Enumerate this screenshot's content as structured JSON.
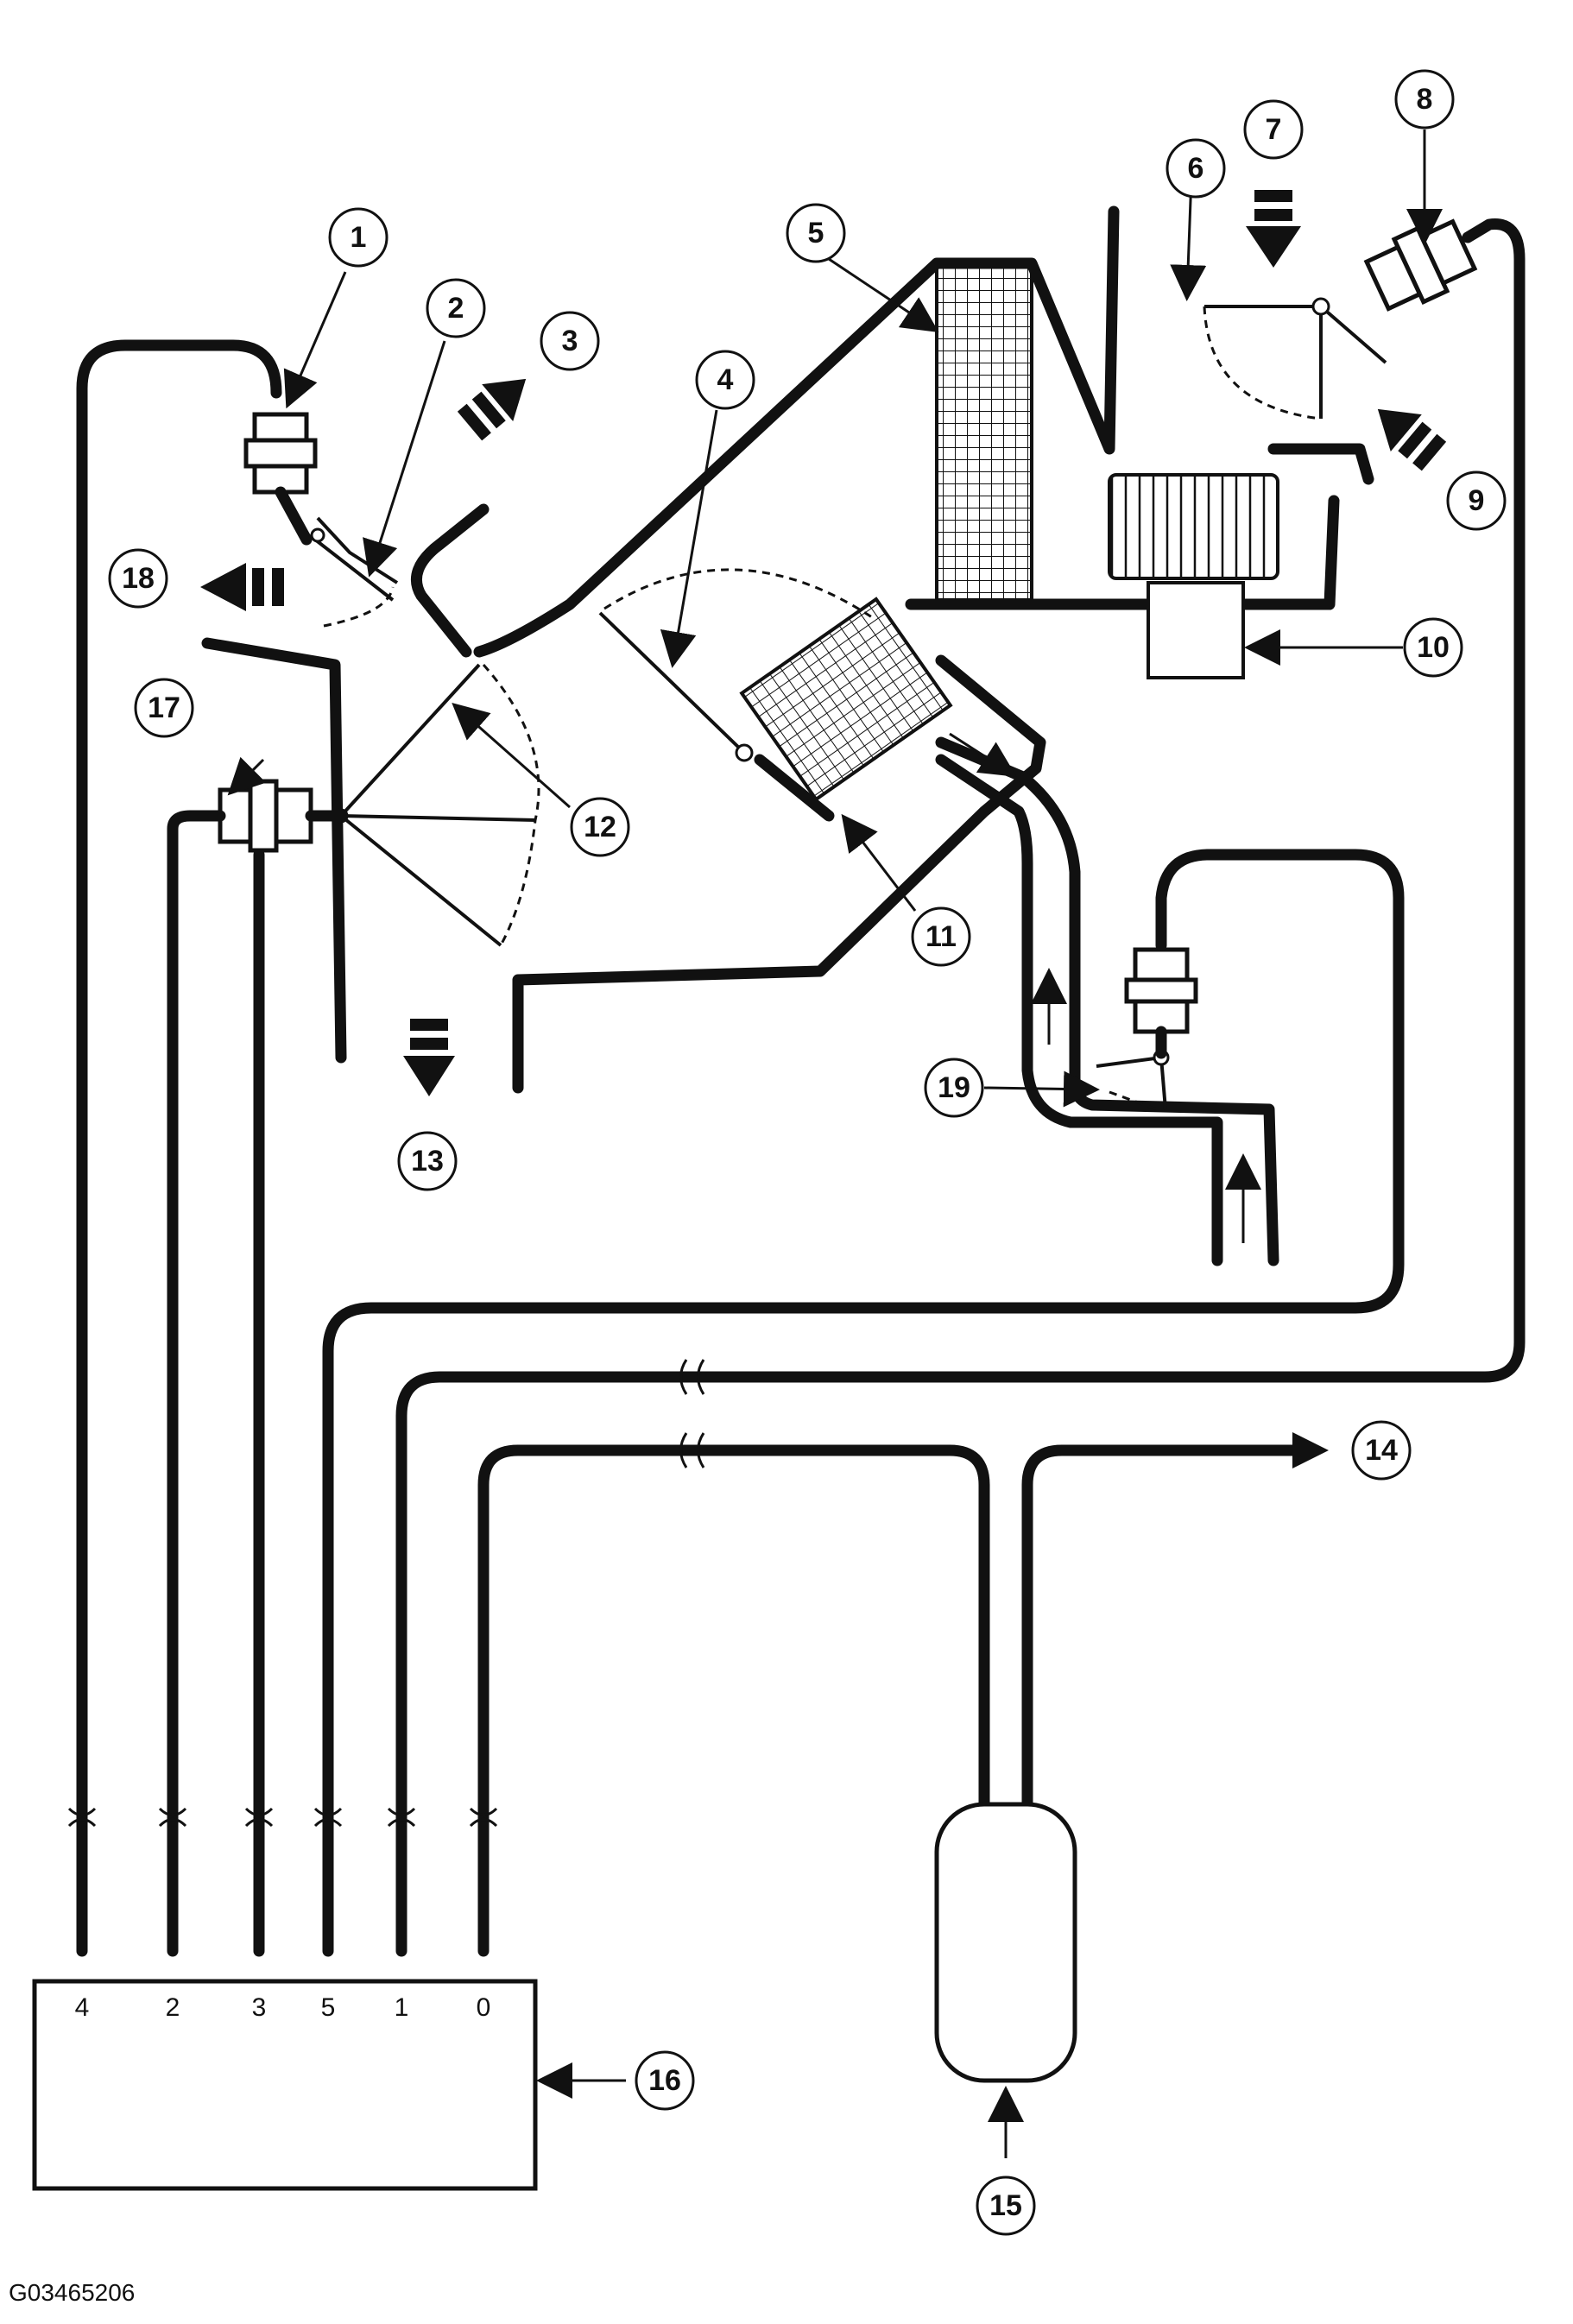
{
  "figure_id": "G03465206",
  "callouts": [
    "1",
    "2",
    "3",
    "4",
    "5",
    "6",
    "7",
    "8",
    "9",
    "10",
    "11",
    "12",
    "13",
    "14",
    "15",
    "16",
    "17",
    "18",
    "19"
  ],
  "ports": [
    "4",
    "2",
    "3",
    "5",
    "1",
    "0"
  ]
}
